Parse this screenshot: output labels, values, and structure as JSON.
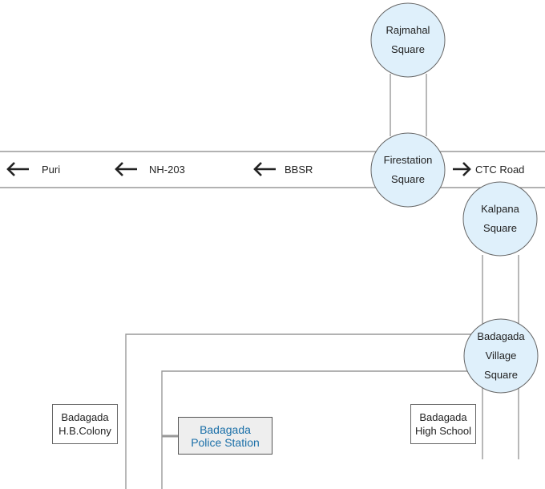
{
  "map": {
    "squares": {
      "rajmahal": {
        "line1": "Rajmahal",
        "line2": "Square"
      },
      "firestation": {
        "line1": "Firestation",
        "line2": "Square"
      },
      "kalpana": {
        "line1": "Kalpana",
        "line2": "Square"
      },
      "badagada_village": {
        "line1": "Badagada",
        "line2": "Village",
        "line3": "Square"
      }
    },
    "directions": {
      "puri": "Puri",
      "nh203": "NH-203",
      "bbsr": "BBSR",
      "ctc_road": "CTC Road"
    },
    "landmarks": {
      "hb_colony": {
        "line1": "Badagada",
        "line2": "H.B.Colony"
      },
      "police_station": {
        "line1": "Badagada",
        "line2": "Police Station"
      },
      "high_school": {
        "line1": "Badagada",
        "line2": "High School"
      }
    },
    "colors": {
      "road_line": "#999999",
      "square_fill": "#dff0fb",
      "square_stroke": "#666666",
      "police_text": "#1a6fa8",
      "arrow": "#222222"
    },
    "icons": {
      "left_arrow": "left-arrow-icon",
      "right_arrow": "right-arrow-icon"
    }
  }
}
